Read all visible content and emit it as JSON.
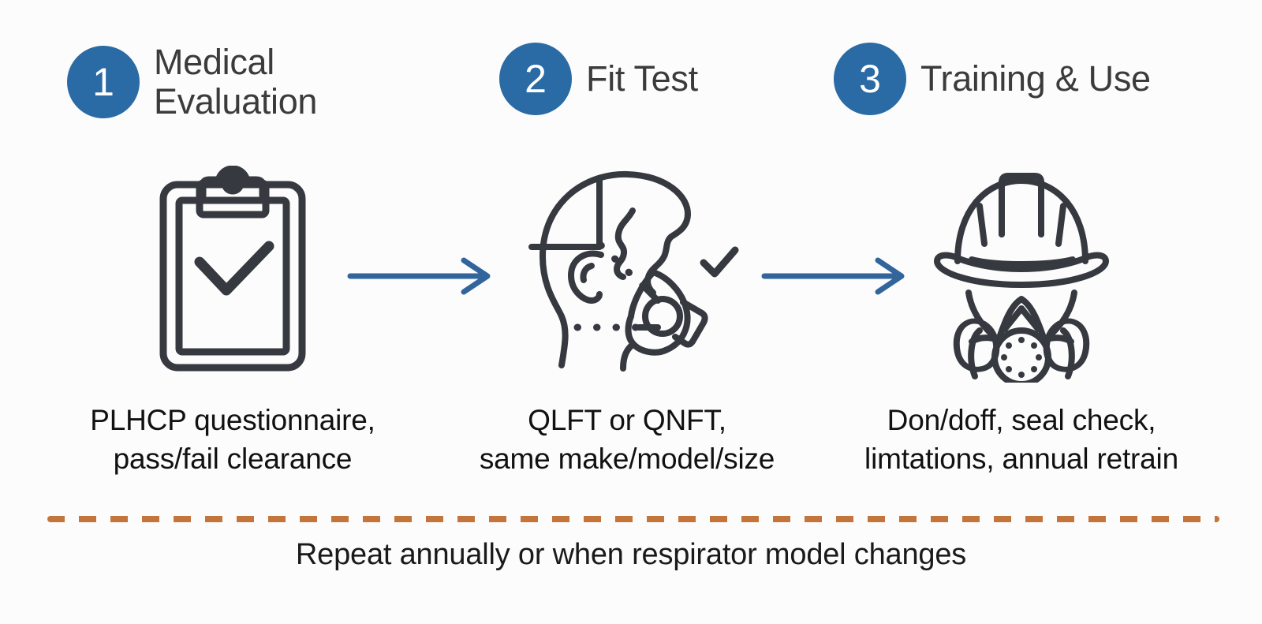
{
  "theme": {
    "background": "#fcfcfc",
    "badge_blue": "#2a6aa5",
    "arrow_blue": "#31659c",
    "icon_stroke": "#36393f",
    "divider_orange": "#c4753b",
    "title_color": "#3b3b3b",
    "caption_color": "#111111"
  },
  "steps": [
    {
      "number": "1",
      "title": "Medical\nEvaluation",
      "icon_name": "clipboard-check-icon",
      "caption": "PLHCP questionnaire,\npass/fail clearance"
    },
    {
      "number": "2",
      "title": "Fit Test",
      "icon_name": "respirator-fit-test-icon",
      "caption": "QLFT or QNFT,\nsame make/model/size"
    },
    {
      "number": "3",
      "title": "Training & Use",
      "icon_name": "hardhat-respirator-icon",
      "caption": "Don/doff, seal check,\nlimtations, annual retrain"
    }
  ],
  "connectors": [
    {
      "name": "arrow-step1-to-step2",
      "direction": "right"
    },
    {
      "name": "arrow-step2-to-step3",
      "direction": "right"
    }
  ],
  "footer": {
    "divider_style": "dashed",
    "note": "Repeat annually or when respirator model changes"
  }
}
